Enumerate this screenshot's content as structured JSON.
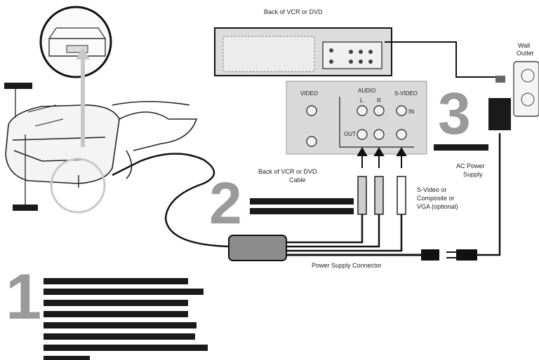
{
  "steps": [
    {
      "number": "1"
    },
    {
      "number": "2"
    },
    {
      "number": "3"
    }
  ],
  "labels": {
    "vcr_title": "Back of VCR or DVD",
    "outlet": [
      "Wall",
      "Outlet"
    ],
    "panel_video": "VIDEO",
    "panel_audio": "AUDIO",
    "panel_s_video": "S-VIDEO",
    "panel_l": "L",
    "panel_r": "R",
    "panel_out": "OUT",
    "panel_in": "IN",
    "back_of_vcr": [
      "Back of VCR or DVD",
      "Cable"
    ],
    "composite": [
      "S-Video or",
      "Composite or",
      "VGA (optional)"
    ],
    "power_supply": [
      "AC Power",
      "Supply"
    ],
    "connector": "Power Supply Connector"
  },
  "colors": {
    "step_number": "#9a9a9a",
    "redaction": "#1a1a1a",
    "panel": "#d9d9d9",
    "cable": "#111111"
  }
}
